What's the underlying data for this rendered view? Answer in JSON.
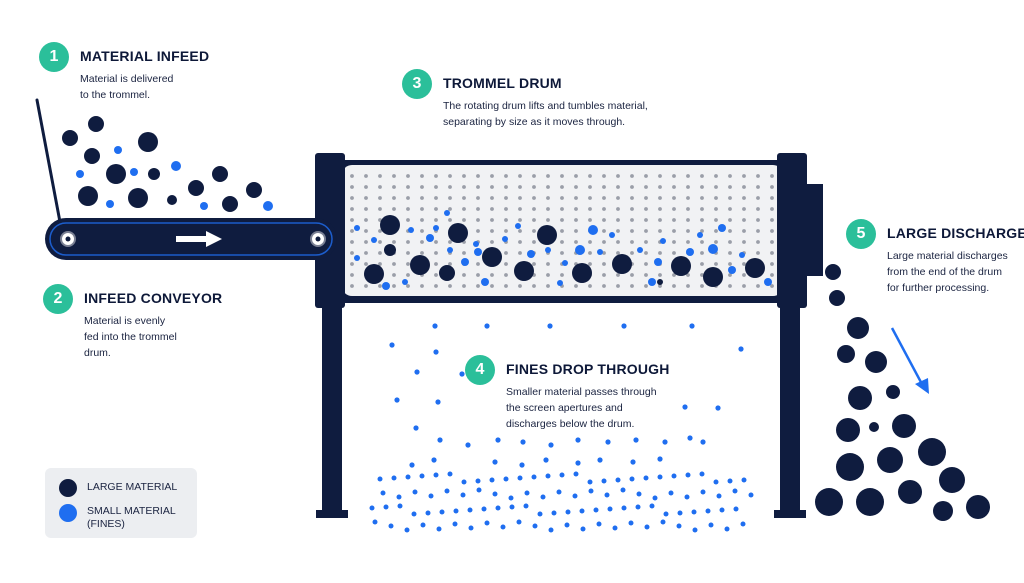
{
  "steps": [
    {
      "number": "1",
      "title": "MATERIAL INFEED",
      "lines": [
        "Material is delivered",
        "to the trommel."
      ]
    },
    {
      "number": "2",
      "title": "INFEED CONVEYOR",
      "lines": [
        "Material is evenly",
        "fed into the trommel",
        "drum."
      ]
    },
    {
      "number": "3",
      "title": "TROMMEL DRUM",
      "lines": [
        "The rotating drum lifts and tumbles material,",
        "separating by size as it moves through."
      ]
    },
    {
      "number": "4",
      "title": "FINES DROP THROUGH",
      "lines": [
        "Smaller material passes through",
        "the screen apertures and",
        "discharges below the drum."
      ]
    },
    {
      "number": "5",
      "title": "LARGE DISCHARGE",
      "lines": [
        "Large material discharges",
        "from the end of the drum",
        "for further processing."
      ]
    }
  ],
  "legend": {
    "large": "LARGE MATERIAL",
    "small_line1": "SMALL MATERIAL",
    "small_line2": "(FINES)"
  },
  "colors": {
    "navy": "#0f1c3f",
    "blue": "#1f6ef0",
    "teal": "#2bbf9a",
    "drum_fill": "#f1f2f4",
    "legend_bg": "#eceef1"
  },
  "icons": {
    "conveyor_direction": "arrow-right-icon",
    "discharge_direction": "arrow-down-right-icon"
  }
}
